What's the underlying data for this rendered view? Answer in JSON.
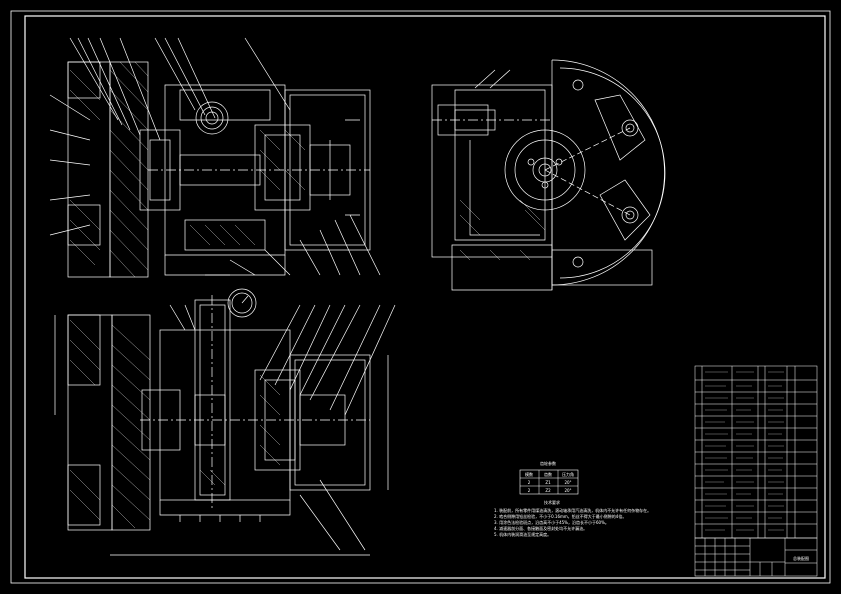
{
  "colors": {
    "background": "#000000",
    "line": "#ffffff",
    "accent": "#ffffff"
  },
  "small_table": {
    "title": "齿轮参数",
    "headers": [
      "模数",
      "齿数",
      "压力角"
    ],
    "rows": [
      [
        "2",
        "Z1",
        "20°"
      ],
      [
        "2",
        "Z2",
        "20°"
      ]
    ]
  },
  "technical_requirements": {
    "title": "技术要求",
    "lines": [
      "1. 装配前，所有零件用煤油清洗，滚动轴承用汽油清洗，机体内不允许有任何杂物存在。",
      "2. 啮合侧隙用铅丝检验，不小于0.16mm，铅丝不得大于最小侧隙的4倍。",
      "3. 用涂色法检验斑点，沿齿高不小于45%，沿齿长不小于60%。",
      "4. 减速器剖分面、各接触面及密封处均不允许漏油。",
      "5. 机体内装润滑油至规定高度。"
    ]
  },
  "title_block": {
    "drawing_title": "总装配图"
  }
}
